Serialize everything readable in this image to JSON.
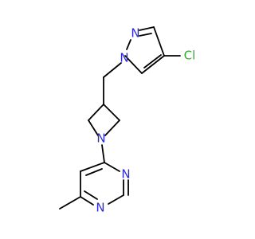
{
  "molecule": {
    "atoms": {
      "n_pyrazole_top": "N",
      "n_pyrazole_sub": "N",
      "cl": "Cl",
      "n_azetidine": "N",
      "n_pyrimidine_top": "N",
      "n_pyrimidine_bottom": "N"
    },
    "colors": {
      "bond": "#000000",
      "nitrogen": "#2b2bd6",
      "chlorine": "#2fae2f"
    }
  }
}
